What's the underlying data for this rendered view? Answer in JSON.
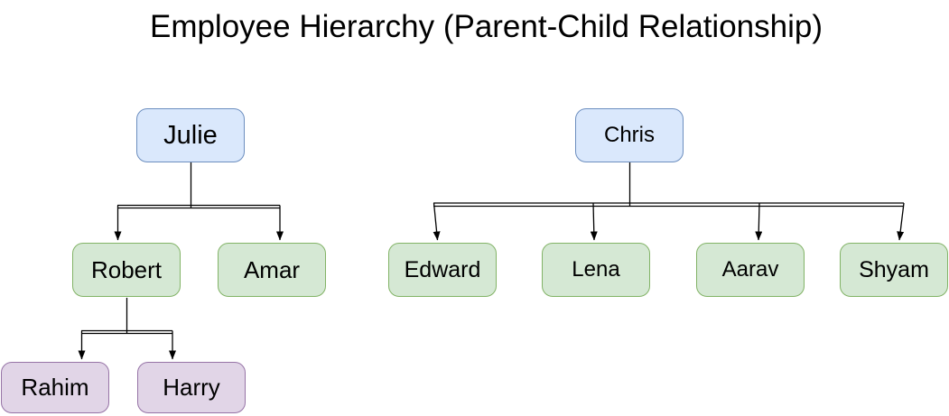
{
  "title": "Employee Hierarchy (Parent-Child Relationship)",
  "diagram_type": "tree",
  "nodes": [
    {
      "label": "Julie",
      "level": 1
    },
    {
      "label": "Chris",
      "level": 1
    },
    {
      "label": "Robert",
      "level": 2
    },
    {
      "label": "Amar",
      "level": 2
    },
    {
      "label": "Edward",
      "level": 2
    },
    {
      "label": "Lena",
      "level": 2
    },
    {
      "label": "Aarav",
      "level": 2
    },
    {
      "label": "Shyam",
      "level": 2
    },
    {
      "label": "Rahim",
      "level": 3
    },
    {
      "label": "Harry",
      "level": 3
    }
  ],
  "relationships": [
    {
      "parent": "Julie",
      "children": [
        "Robert",
        "Amar"
      ]
    },
    {
      "parent": "Chris",
      "children": [
        "Edward",
        "Lena",
        "Aarav",
        "Shyam"
      ]
    },
    {
      "parent": "Robert",
      "children": [
        "Rahim",
        "Harry"
      ]
    }
  ],
  "colors": {
    "level1_fill": "#dae8fc",
    "level1_stroke": "#6c8ebf",
    "level2_fill": "#d5e8d4",
    "level2_stroke": "#82b366",
    "level3_fill": "#e1d5e7",
    "level3_stroke": "#9673a6",
    "connector": "#000000",
    "title_color": "#000000",
    "background": "#ffffff"
  }
}
